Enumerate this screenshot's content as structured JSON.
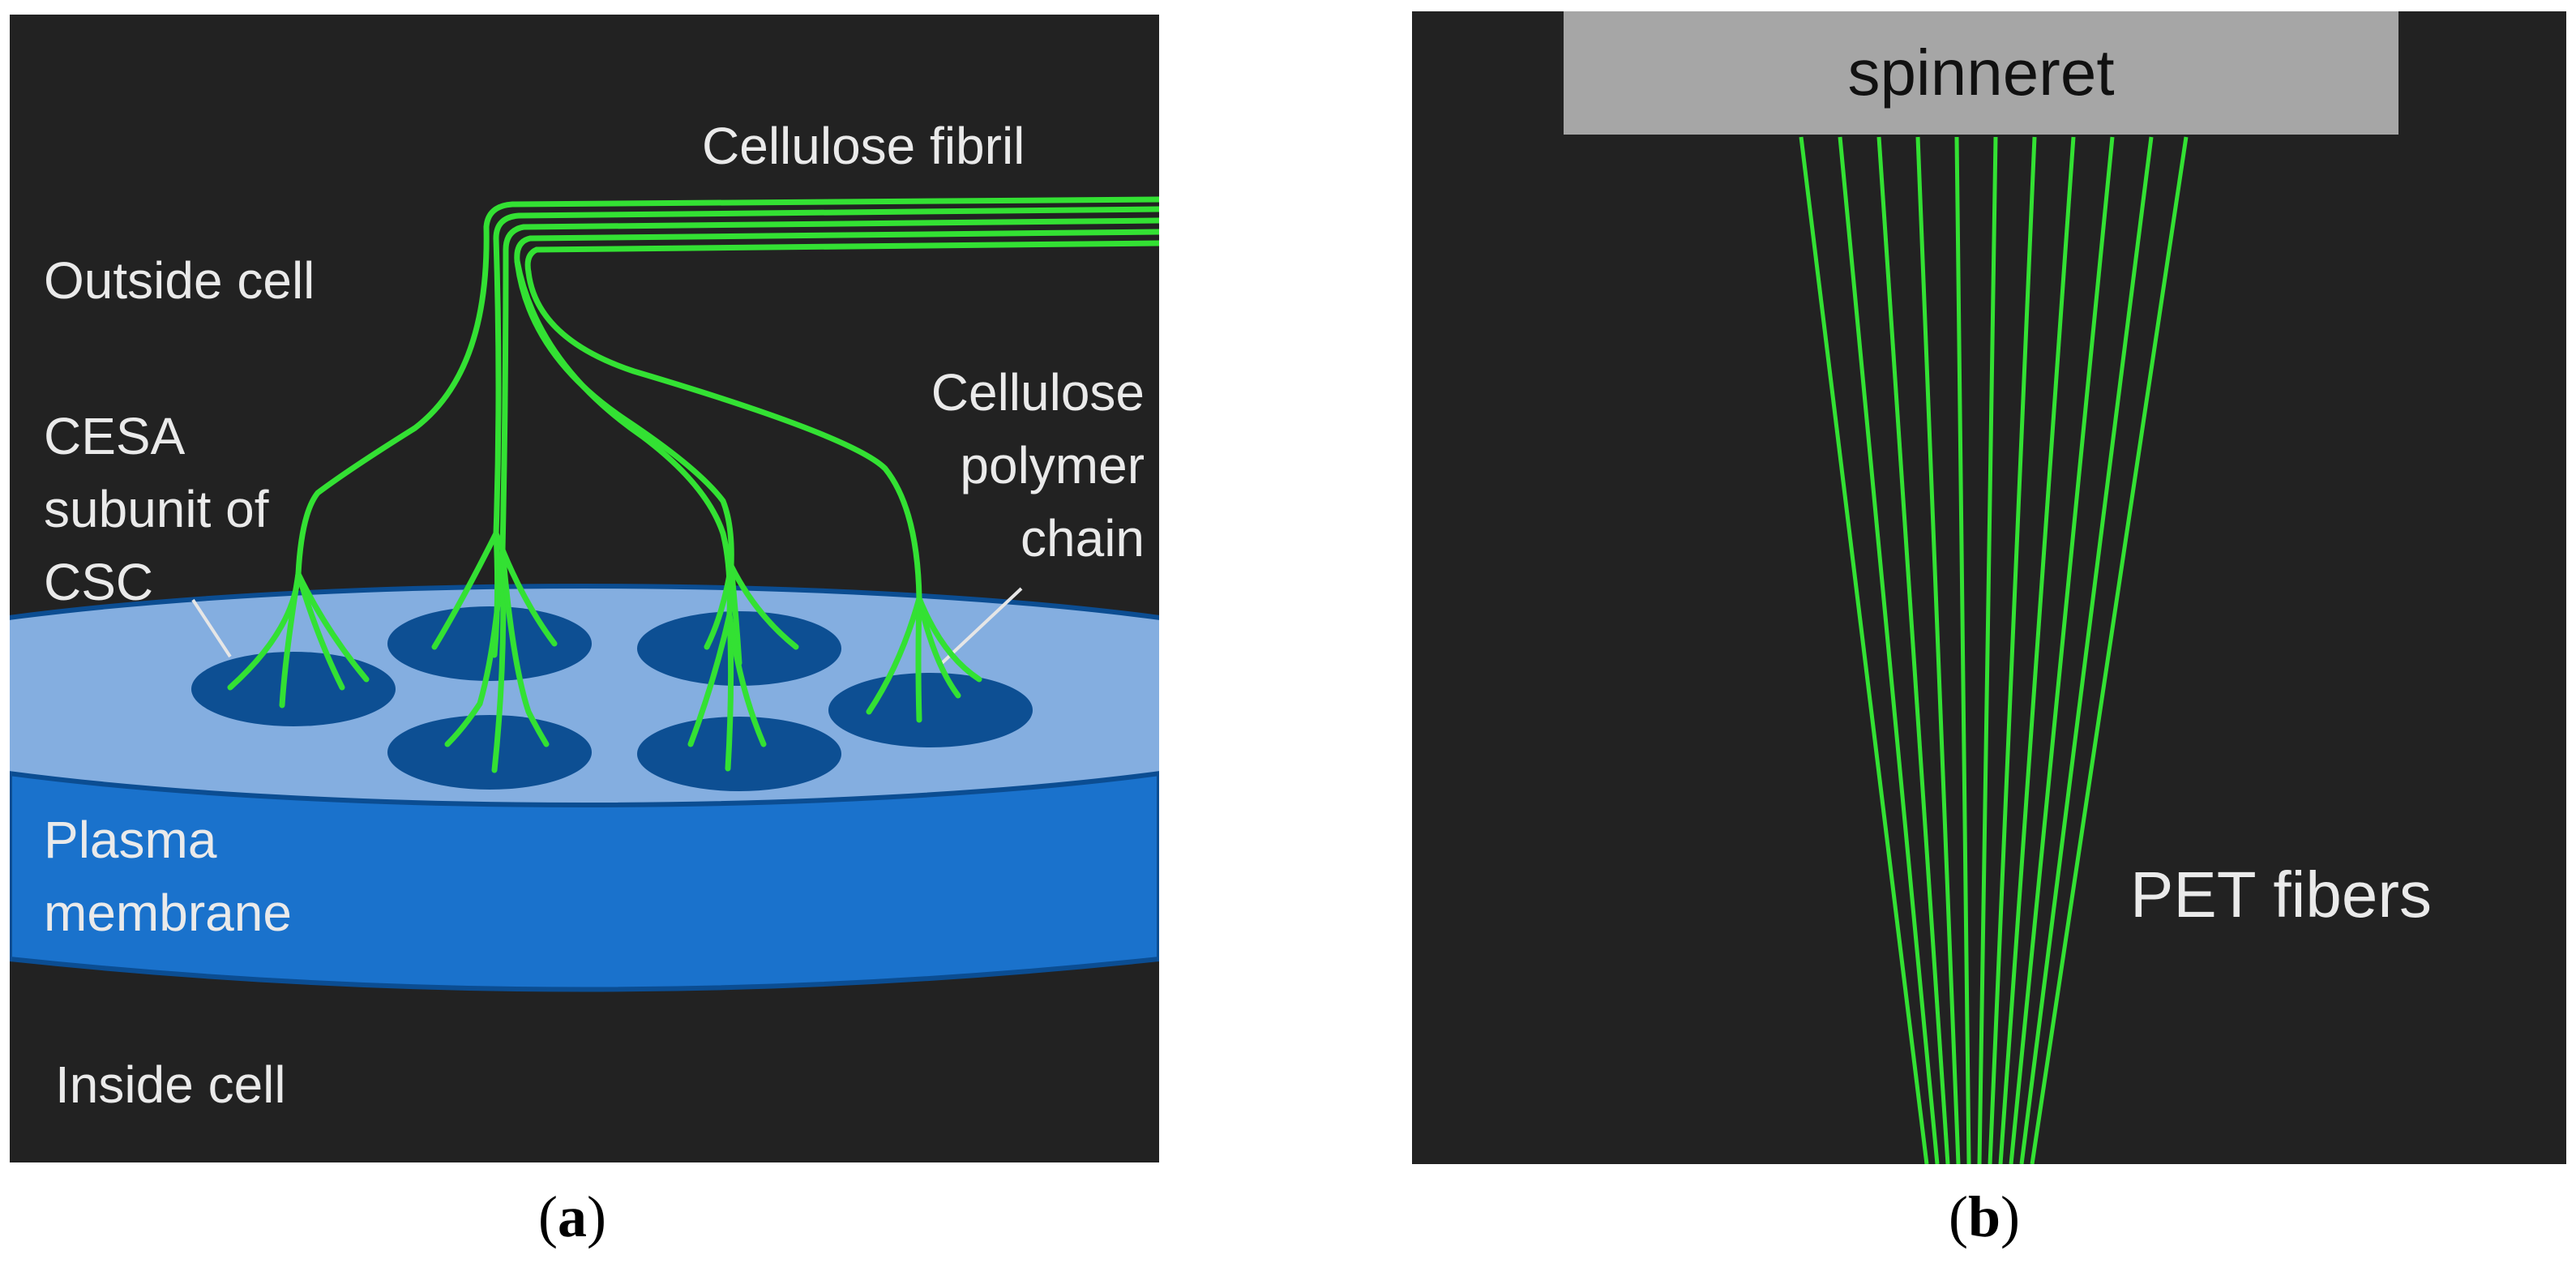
{
  "panel_a": {
    "labels": {
      "cellulose_fibril": "Cellulose fibril",
      "outside_cell": "Outside cell",
      "cesa_line1": "CESA",
      "cesa_line2": "subunit of",
      "cesa_line3": "CSC",
      "polymer_line1": "Cellulose",
      "polymer_line2": "polymer",
      "polymer_line3": "chain",
      "plasma_line1": "Plasma",
      "plasma_line2": "membrane",
      "inside_cell": "Inside cell"
    },
    "caption_letter": "a",
    "colors": {
      "background": "#222222",
      "membrane_top": "#84aee0",
      "membrane_side": "#1a72cc",
      "subunit": "#0d4f93",
      "fiber": "#33e133"
    }
  },
  "panel_b": {
    "labels": {
      "spinneret": "spinneret",
      "pet_fibers": "PET fibers"
    },
    "caption_letter": "b",
    "colors": {
      "background": "#222222",
      "spinneret": "#a6a6a6",
      "fiber": "#33e133"
    }
  }
}
